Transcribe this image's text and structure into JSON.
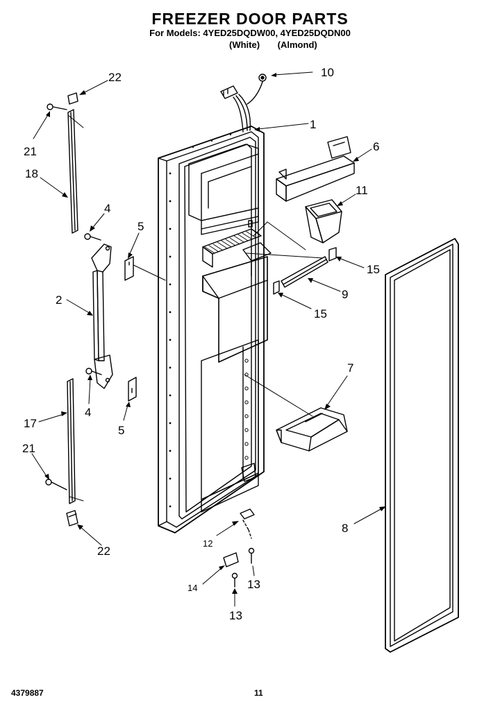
{
  "header": {
    "title": "FREEZER DOOR PARTS",
    "models": "For Models: 4YED25DQDW00, 4YED25DQDN00",
    "color_white": "(White)",
    "color_almond": "(Almond)"
  },
  "footer": {
    "doc_number": "4379887",
    "page_number": "11"
  },
  "callouts": {
    "p1": "1",
    "p2": "2",
    "p4a": "4",
    "p4b": "4",
    "p5a": "5",
    "p5b": "5",
    "p6": "6",
    "p7": "7",
    "p8": "8",
    "p9": "9",
    "p10": "10",
    "p11": "11",
    "p12": "12",
    "p13a": "13",
    "p13b": "13",
    "p14": "14",
    "p15a": "15",
    "p15b": "15",
    "p17": "17",
    "p18": "18",
    "p21a": "21",
    "p21b": "21",
    "p22a": "22",
    "p22b": "22"
  }
}
